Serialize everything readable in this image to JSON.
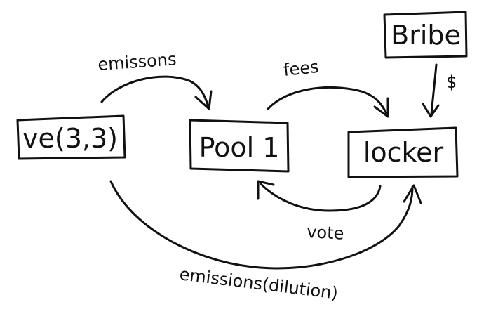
{
  "nodes": {
    "ve": {
      "label": "ve(3,3)"
    },
    "pool": {
      "label": "Pool 1"
    },
    "locker": {
      "label": "locker"
    },
    "bribe": {
      "label": "Bribe"
    }
  },
  "edges": {
    "emissions": {
      "label": "emissons"
    },
    "fees": {
      "label": "fees"
    },
    "bribe_payment": {
      "label": "$"
    },
    "vote": {
      "label": "vote"
    },
    "emissions_dilution": {
      "label": "emissions(dilution)"
    }
  },
  "colors": {
    "ink": "#111111",
    "background": "#ffffff"
  }
}
